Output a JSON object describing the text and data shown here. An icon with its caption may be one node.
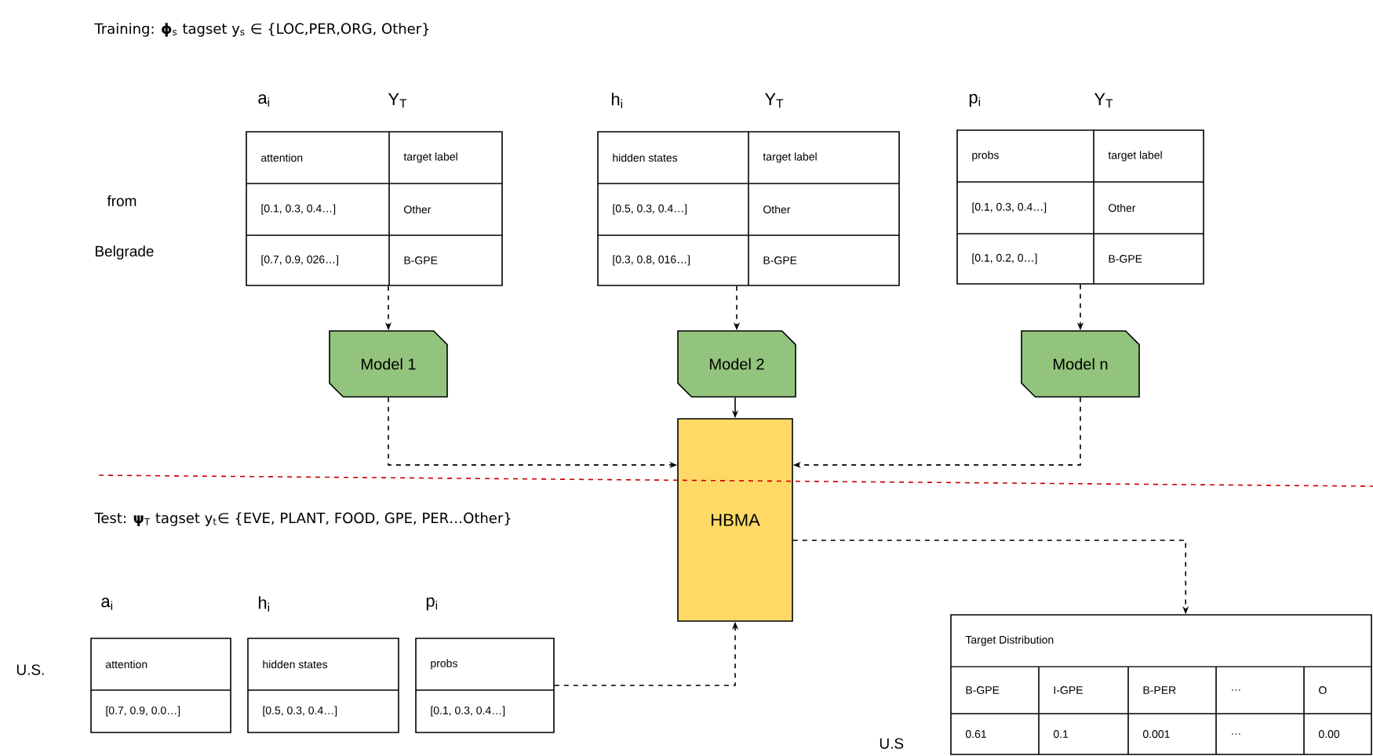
{
  "diagram": {
    "title": "Training: **ϕ**$_{s}$ tagset y$_{s}$ ∈ {LOC,PER,ORG, Other}",
    "nodes": [
      {
        "text": [
          "attention",
          "target label",
          "[0.1, 0.3, 0.4…]",
          "Other",
          "[0.7, 0.9, 026…]",
          "B-GPE"
        ]
      },
      {
        "text": [
          "hidden states",
          "target label",
          "[0.5, 0.3, 0.4…]",
          "Other",
          "[0.3, 0.8, 016…]",
          "B-GPE"
        ]
      },
      {
        "text": [
          "probs",
          "target label",
          "[0.1, 0.3, 0.4…]",
          "Other",
          "[0.1, 0.2, 0…]",
          "B-GPE"
        ]
      },
      {
        "text": [
          "Model 1"
        ]
      },
      {
        "text": [
          "Model 2"
        ]
      },
      {
        "text": [
          "Model n"
        ]
      },
      {
        "text": [
          "HBMA"
        ]
      },
      {
        "text": [
          "attention",
          "[0.7, 0.9, 0.0…]"
        ]
      },
      {
        "text": [
          "hidden states",
          "[0.5, 0.3, 0.4…]"
        ]
      },
      {
        "text": [
          "probs",
          "[0.1, 0.3, 0.4…]"
        ]
      },
      {
        "text": [
          "Target Distribution",
          "B-GPE",
          "I-GPE",
          "B-PER",
          "…",
          "O",
          "0.61",
          "0.1",
          "0.001",
          "…",
          "0.00"
        ]
      }
    ],
    "edges": [
      {
        "from": 0,
        "to": 3,
        "arrow": "to",
        "style": "dashed"
      },
      {
        "from": 1,
        "to": 4,
        "arrow": "to",
        "style": "dashed"
      },
      {
        "from": 2,
        "to": 5,
        "arrow": "to",
        "style": "dashed"
      },
      {
        "from": 3,
        "to": 6,
        "arrow": "to",
        "style": "dashed"
      },
      {
        "from": 4,
        "to": 6,
        "arrow": "to"
      },
      {
        "from": 5,
        "to": 6,
        "arrow": "to",
        "style": "dashed"
      },
      {
        "from": 9,
        "to": 6,
        "arrow": "to",
        "style": "dashed"
      },
      {
        "from": 6,
        "to": 10,
        "arrow": "to",
        "style": "dashed"
      }
    ],
    "labels": [
      "a$_{i}$",
      "Y$_{T}$",
      "h$_{i}$",
      "Y$_{T}$",
      "p$_{i}$",
      "Y$_{T}$",
      "from",
      "Belgrade",
      "Test: **ψ**$_{T}$ tagset y$_{t}$∈ {EVE, PLANT, FOOD, GPE, PER…Other}",
      "a$_{i}$",
      "h$_{i}$",
      "p$_{i}$",
      "U.S.",
      "U.S"
    ]
  }
}
